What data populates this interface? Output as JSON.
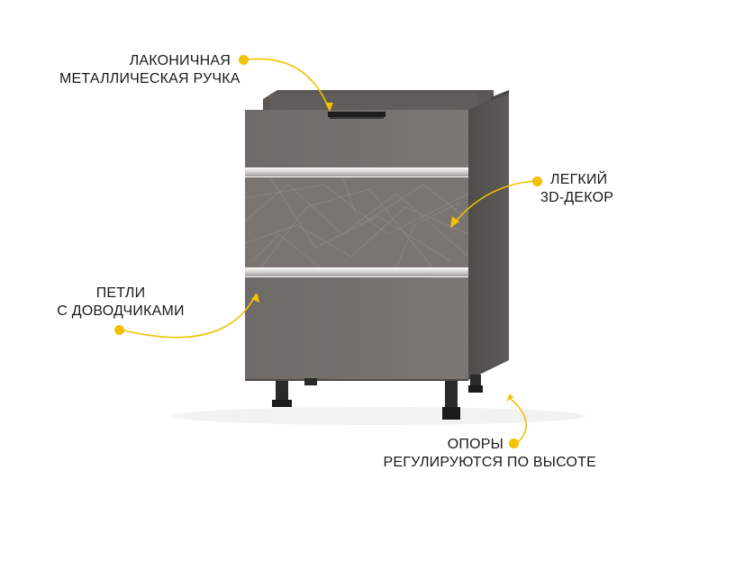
{
  "callouts": {
    "handle": {
      "line1": "ЛАКОНИЧНАЯ",
      "line2": "МЕТАЛЛИЧЕСКАЯ РУЧКА"
    },
    "decor": {
      "line1": "ЛЕГКИЙ",
      "line2": "3D-ДЕКОР"
    },
    "hinges": {
      "line1": "ПЕТЛИ",
      "line2": "С ДОВОДЧИКАМИ"
    },
    "legs": {
      "line1": "ОПОРЫ",
      "line2": "РЕГУЛИРУЮТСЯ ПО ВЫСОТЕ"
    }
  },
  "colors": {
    "accent": "#f2c200",
    "body": "#6a6764",
    "front": "#76716d",
    "trim": "#d8d6d3"
  }
}
